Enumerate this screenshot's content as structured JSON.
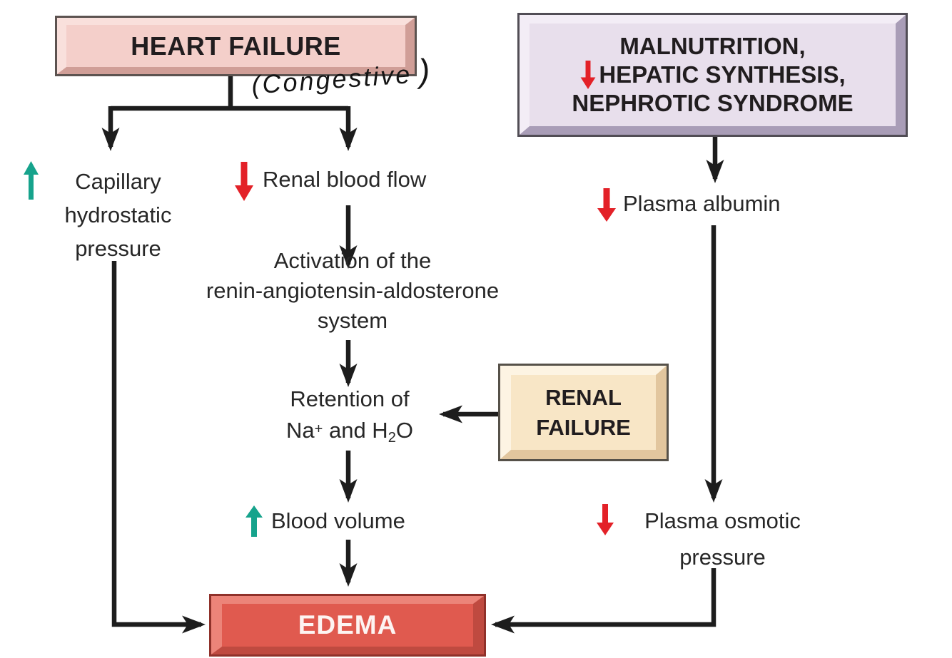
{
  "diagram_title": "Pathophysiology of edema (flowchart)",
  "boxes": {
    "heart_failure": {
      "label": "HEART FAILURE"
    },
    "malnutrition": {
      "lines": [
        "MALNUTRITION,",
        "HEPATIC SYNTHESIS,",
        "NEPHROTIC SYNDROME"
      ],
      "line2_prefix_icon": "red-down-arrow"
    },
    "renal_failure": {
      "lines": [
        "RENAL",
        "FAILURE"
      ]
    },
    "edema": {
      "label": "EDEMA"
    }
  },
  "annotations": {
    "handwritten_note": "(Congestive",
    "handwritten_close_paren": ")"
  },
  "nodes": {
    "capillary_hydrostatic_pressure": {
      "lines": [
        "Capillary",
        "hydrostatic",
        "pressure"
      ],
      "direction_icon": "teal-up-arrow"
    },
    "renal_blood_flow": {
      "text": "Renal blood flow",
      "direction_icon": "red-down-arrow"
    },
    "raas_activation": {
      "lines": [
        "Activation of the",
        "renin-angiotensin-aldosterone",
        "system"
      ]
    },
    "retention": {
      "line1": "Retention of",
      "line2_parts": {
        "pre": "Na",
        "sup": "+",
        "mid": " and H",
        "sub": "2",
        "post": "O"
      }
    },
    "blood_volume": {
      "text": "Blood volume",
      "direction_icon": "teal-up-arrow"
    },
    "plasma_albumin": {
      "text": "Plasma albumin",
      "direction_icon": "red-down-arrow"
    },
    "plasma_osmotic_pressure": {
      "lines": [
        "Plasma osmotic",
        "pressure"
      ],
      "direction_icon": "red-down-arrow"
    }
  },
  "edges": [
    {
      "from": "heart-failure",
      "to": "capillary-hydrostatic-pressure"
    },
    {
      "from": "heart-failure",
      "to": "renal-blood-flow"
    },
    {
      "from": "renal-blood-flow",
      "to": "raas-activation"
    },
    {
      "from": "raas-activation",
      "to": "retention-na-h2o"
    },
    {
      "from": "renal-failure",
      "to": "retention-na-h2o"
    },
    {
      "from": "retention-na-h2o",
      "to": "blood-volume"
    },
    {
      "from": "blood-volume",
      "to": "edema"
    },
    {
      "from": "capillary-hydrostatic-pressure",
      "to": "edema"
    },
    {
      "from": "malnutrition-hepatic-synthesis-nephrotic-syndrome",
      "to": "plasma-albumin"
    },
    {
      "from": "plasma-albumin",
      "to": "plasma-osmotic-pressure"
    },
    {
      "from": "plasma-osmotic-pressure",
      "to": "edema"
    }
  ],
  "icons": {
    "teal-up-arrow": "↑ increase",
    "red-down-arrow": "↓ decrease",
    "black-flow-arrow": "→ causal flow"
  },
  "colors": {
    "teal": "#16a38c",
    "red": "#e32128",
    "line": "#1d1d1d",
    "text": "#272727",
    "boxtext": "#211d1f",
    "hf-fill": "#f4cfca",
    "hf-light": "#f9e0dc",
    "hf-dark": "#d09e97",
    "hf-border": "#5c5350",
    "mn-fill": "#e8dfec",
    "mn-light": "#f3edf6",
    "mn-dark": "#a99db7",
    "mn-border": "#514d55",
    "rf-fill": "#f8e6c6",
    "rf-light": "#fdf4e3",
    "rf-dark": "#e2c69e",
    "rf-border": "#565149",
    "ed-fill": "#e05a4f",
    "ed-light": "#ec8479",
    "ed-dark": "#bf4a40",
    "ed-border": "#8f312a"
  }
}
